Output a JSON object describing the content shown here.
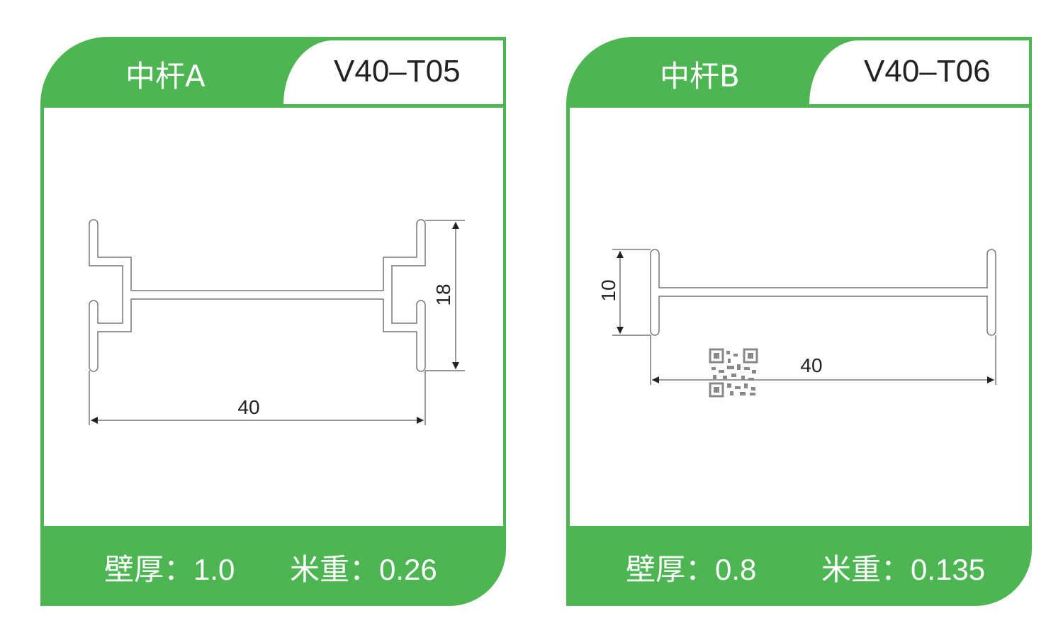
{
  "accent_color": "#4db653",
  "cards": [
    {
      "name": "中杆A",
      "code": "V40–T05",
      "wall_label": "壁厚：",
      "wall_value": "1.0",
      "weight_label": "米重：",
      "weight_value": "0.26",
      "dim_width": "40",
      "dim_height": "18"
    },
    {
      "name": "中杆B",
      "code": "V40–T06",
      "wall_label": "壁厚：",
      "wall_value": "0.8",
      "weight_label": "米重：",
      "weight_value": "0.135",
      "dim_width": "40",
      "dim_height": "10"
    }
  ]
}
